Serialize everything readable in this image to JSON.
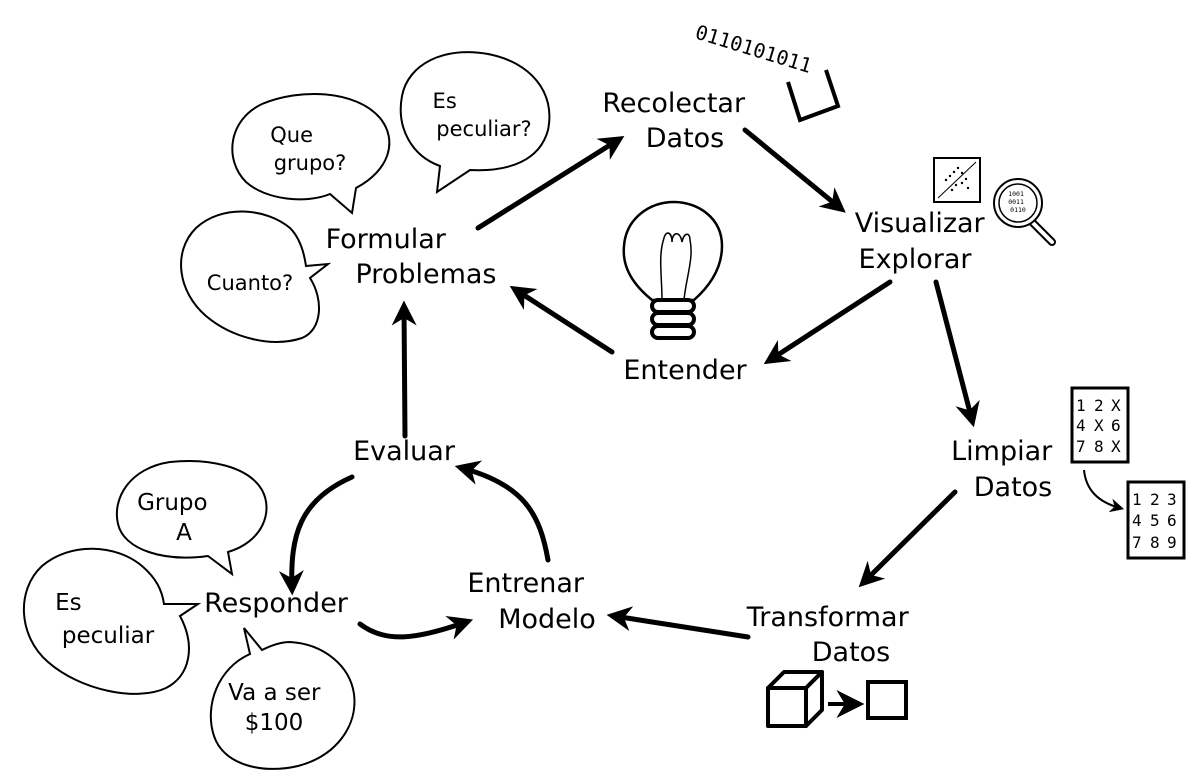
{
  "nodes": {
    "formular": [
      "Formular",
      "Problemas"
    ],
    "recolectar": [
      "Recolectar",
      "Datos"
    ],
    "visualizar": [
      "Visualizar",
      "Explorar"
    ],
    "entender": [
      "Entender"
    ],
    "limpiar": [
      "Limpiar",
      "Datos"
    ],
    "transformar": [
      "Transformar",
      "Datos"
    ],
    "entrenar": [
      "Entrenar",
      "Modelo"
    ],
    "evaluar": [
      "Evaluar"
    ],
    "responder": [
      "Responder"
    ]
  },
  "bubbles": {
    "que_grupo": [
      "Que",
      "grupo?"
    ],
    "es_peculiar_q": [
      "Es",
      "peculiar?"
    ],
    "cuanto": [
      "Cuanto?"
    ],
    "grupo_a": [
      "Grupo",
      "A"
    ],
    "es_peculiar": [
      "Es",
      "peculiar"
    ],
    "va_a_ser": [
      "Va a ser",
      "$100"
    ]
  },
  "binary_string": "0110101011",
  "matrix_dirty": [
    [
      "1",
      "2",
      "X"
    ],
    [
      "4",
      "X",
      "6"
    ],
    [
      "7",
      "8",
      "X"
    ]
  ],
  "matrix_clean": [
    [
      "1",
      "2",
      "3"
    ],
    [
      "4",
      "5",
      "6"
    ],
    [
      "7",
      "8",
      "9"
    ]
  ],
  "magnifier_bits": [
    "1001",
    "0011",
    "0110"
  ]
}
